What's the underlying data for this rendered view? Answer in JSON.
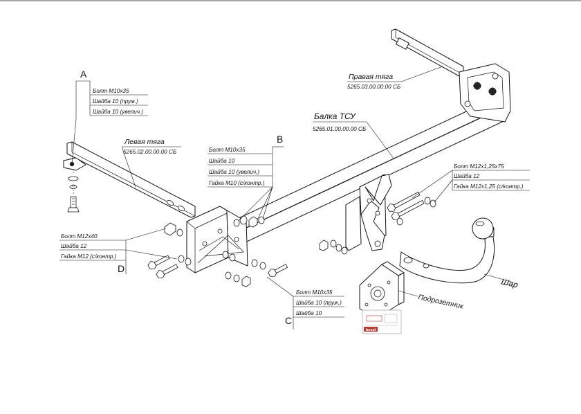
{
  "callouts": {
    "A": {
      "letter": "A",
      "items": [
        "Болт М10х35",
        "Шайба 10 (пруж.)",
        "Шайба 10 (увелич.)"
      ]
    },
    "B": {
      "letter": "B",
      "items": [
        "Болт М10х35",
        "Шайба 10",
        "Шайба 10 (увелич.)",
        "Гайка М10 (с/контр.)"
      ]
    },
    "C": {
      "letter": "C",
      "items": [
        "Болт М10х35",
        "Шайба 10 (пруж.)",
        "Шайба 10"
      ]
    },
    "D": {
      "letter": "D",
      "items": [
        "Болт М12х40",
        "Шайба 12",
        "Гайка М12 (с/контр.)"
      ]
    },
    "E": {
      "items": [
        "Болт М12х1,25х75",
        "Шайба 12",
        "Гайка М12х1,25 (с/контр.)"
      ]
    }
  },
  "parts": {
    "right_rod": {
      "name": "Правая тяга",
      "code": "5265.03.00.00.00 СБ"
    },
    "left_rod": {
      "name": "Левая тяга",
      "code": "5265.02.00.00.00 СБ"
    },
    "beam": {
      "name": "Балка ТСУ",
      "code": "5265.01.00.00.00 СБ"
    },
    "ball": {
      "name": "Шар"
    },
    "socket_plate": {
      "name": "Подрозетник"
    }
  },
  "logo": {
    "text": "bosal"
  }
}
